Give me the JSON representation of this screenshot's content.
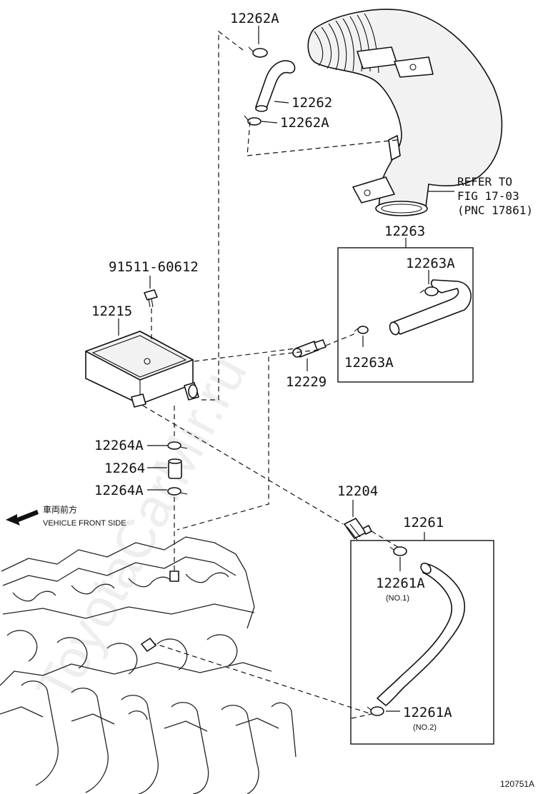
{
  "diagram": {
    "watermark": "ToyotaCarMir.ru",
    "figure_number": "120751A",
    "direction": {
      "japanese": "車両前方",
      "english": "VEHICLE FRONT SIDE"
    },
    "reference_note": {
      "line1": "REFER TO",
      "line2": "FIG 17-03",
      "line3": "(PNC 17861)"
    },
    "parts": {
      "p12262A_top": "12262A",
      "p12262": "12262",
      "p12262A_bottom": "12262A",
      "p12263": "12263",
      "p12263A_top": "12263A",
      "p12263A_bottom": "12263A",
      "p91511": "91511-60612",
      "p12215": "12215",
      "p12229": "12229",
      "p12264A_top": "12264A",
      "p12264": "12264",
      "p12264A_bottom": "12264A",
      "p12204": "12204",
      "p12261": "12261",
      "p12261A_no1": "12261A",
      "p12261A_no1_note": "(NO.1)",
      "p12261A_no2": "12261A",
      "p12261A_no2_note": "(NO.2)"
    }
  }
}
